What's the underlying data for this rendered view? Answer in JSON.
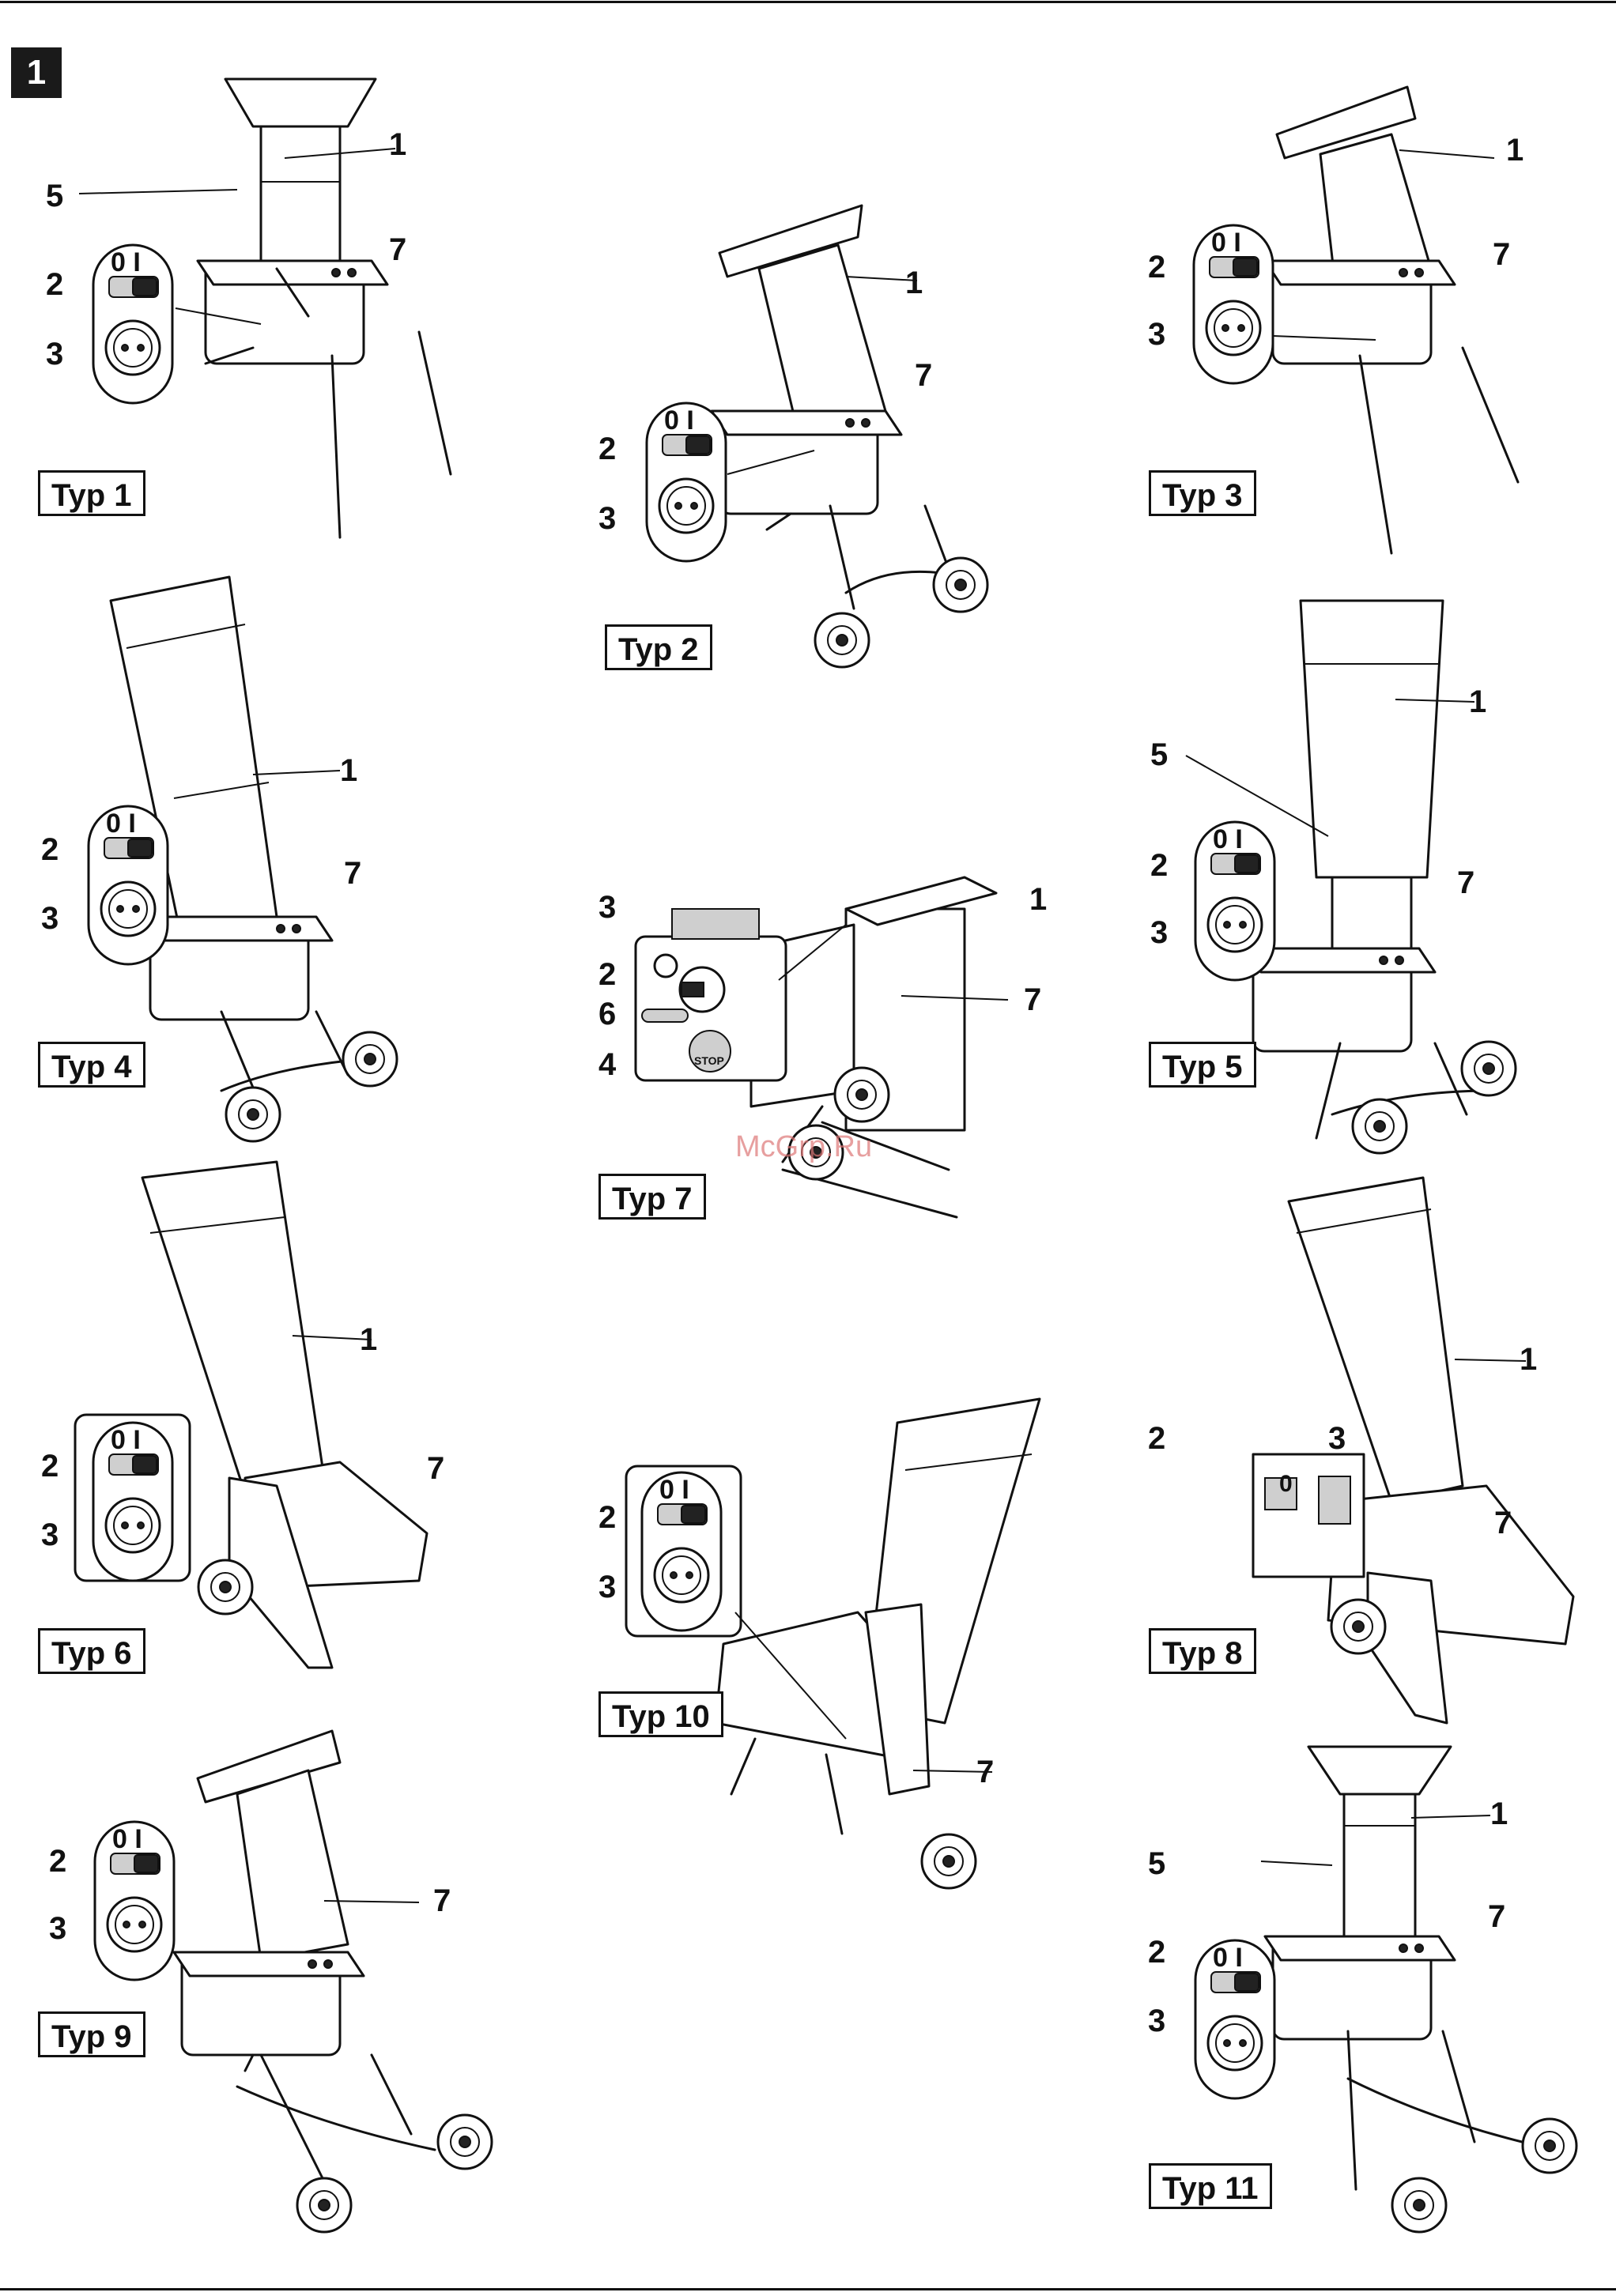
{
  "page": {
    "number": "1",
    "watermark": "McGrp.Ru"
  },
  "switch_label": "0 I",
  "stop_label": "STOP",
  "types": [
    {
      "label": "Typ 1"
    },
    {
      "label": "Typ 2"
    },
    {
      "label": "Typ 3"
    },
    {
      "label": "Typ 4"
    },
    {
      "label": "Typ 5"
    },
    {
      "label": "Typ 6"
    },
    {
      "label": "Typ 7"
    },
    {
      "label": "Typ 8"
    },
    {
      "label": "Typ 9"
    },
    {
      "label": "Typ 10"
    },
    {
      "label": "Typ 11"
    }
  ],
  "callouts": {
    "n1": "1",
    "n2": "2",
    "n3": "3",
    "n4": "4",
    "n5": "5",
    "n6": "6",
    "n7": "7",
    "n0": "0"
  }
}
